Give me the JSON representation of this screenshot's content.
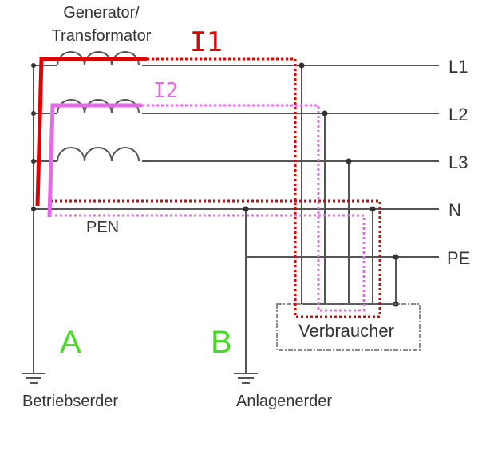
{
  "source": {
    "line1": "Generator/",
    "line2": "Transformator"
  },
  "conductors": [
    "L1",
    "L2",
    "L3",
    "N",
    "PE"
  ],
  "pen_label": "PEN",
  "consumer_label": "Verbraucher",
  "earth_a": "Betriebserder",
  "earth_b": "Anlagenerder",
  "marker_a": "A",
  "marker_b": "B",
  "currents": {
    "i1": "I1",
    "i2": "I2"
  },
  "colors": {
    "wire": "#555555",
    "i1": "#e00000",
    "i2": "#e56ae6",
    "marker": "#44dd22",
    "box_border": "#666666"
  }
}
